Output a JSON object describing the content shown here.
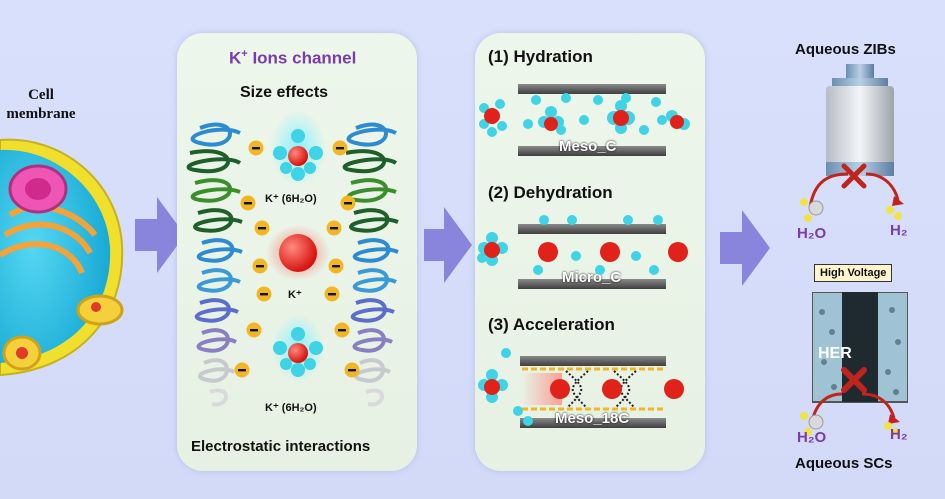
{
  "left": {
    "label_line1": "Cell",
    "label_line2": "membrane"
  },
  "channel_panel": {
    "title_prefix": "K",
    "title_sup": "+",
    "title_suffix": " Ions channel",
    "size_effects": "Size effects",
    "ion_label_top": "K⁺ (6H₂O)",
    "ion_label_mid": "K⁺",
    "ion_label_bottom": "K⁺ (6H₂O)",
    "footer": "Electrostatic interactions",
    "minus_symbol": "−"
  },
  "process_panel": {
    "step1": "(1) Hydration",
    "step1_plate": "Meso_C",
    "step2": "(2) Dehydration",
    "step2_plate": "Micro_C",
    "step3": "(3) Acceleration",
    "step3_plate": "Meso_18C"
  },
  "right": {
    "zibs_title": "Aqueous ZIBs",
    "h2o_label_top": "H₂O",
    "h2_label_top": "H₂",
    "high_voltage": "High Voltage",
    "her": "HER",
    "h2o_label_bottom": "H₂O",
    "h2_label_bottom": "H₂",
    "scs_title": "Aqueous SCs"
  },
  "colors": {
    "accent_purple": "#7a3bb0",
    "panel_green": "#e9f4e7",
    "ion_red": "#e0221a",
    "water_cyan": "#3fd3e6",
    "minus_orange": "#f3b623",
    "arrow_violet": "#7b74d6"
  }
}
